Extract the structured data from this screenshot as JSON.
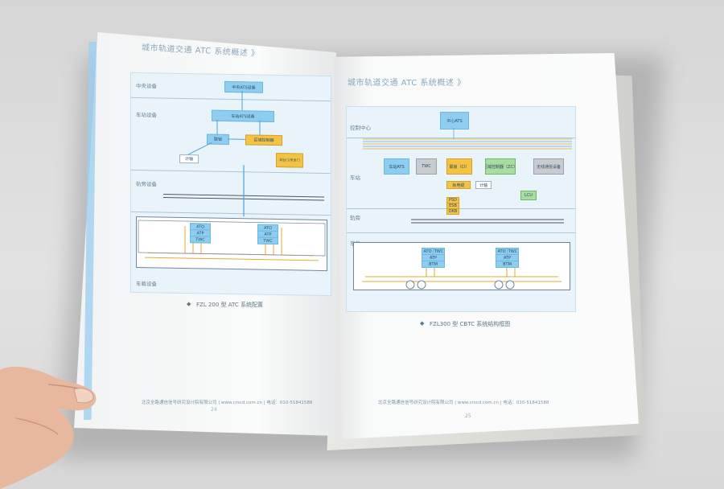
{
  "left_page": {
    "header": "城市轨道交通 ATC 系统概述 》",
    "zones": [
      "中央设备",
      "车站设备",
      "轨旁设备",
      "车载设备"
    ],
    "boxes": {
      "central_ats": "中央ATS设备",
      "station_ats": "车站ATS设备",
      "interlock": "联锁",
      "zone_controller": "区域控制器",
      "meter": "计轴",
      "platform_door": "站台门/安全门"
    },
    "train_boxes": [
      "ATO",
      "ATP",
      "TWC",
      "ATO",
      "ATP",
      "TWC"
    ],
    "caption": "FZL 200 型 ATC 系统配置",
    "footer": "北京全路通信信号研究设计院有限公司  |  www.crscd.com.cn  |  电话：010-51841588",
    "page_number": "24"
  },
  "right_page": {
    "header": "城市轨道交通 ATC 系统概述 》",
    "zones": [
      "控制中心",
      "车站",
      "轨旁",
      "车载"
    ],
    "boxes": {
      "central_ats": "中心ATS",
      "station_ats": "车站ATS",
      "twc": "TWC",
      "interlock": "联锁（CI）",
      "zone_controller": "区域控制器（ZC）",
      "wireless": "无线通信设备",
      "signal": "轨电缆",
      "meter": "计轴",
      "lcu": "LCU",
      "psd": "PSD",
      "esb": "ESB",
      "dkb": "DKB"
    },
    "train_boxes": [
      "ATO",
      "TWC",
      "ATP",
      "BTM",
      "ATO",
      "TWC",
      "ATP",
      "BTM"
    ],
    "caption": "FZL300 型 CBTC 系统结构框图",
    "footer": "北京全路通信信号研究设计院有限公司  |  www.crscd.com.cn  |  电话：010-51841588",
    "page_number": "25"
  }
}
